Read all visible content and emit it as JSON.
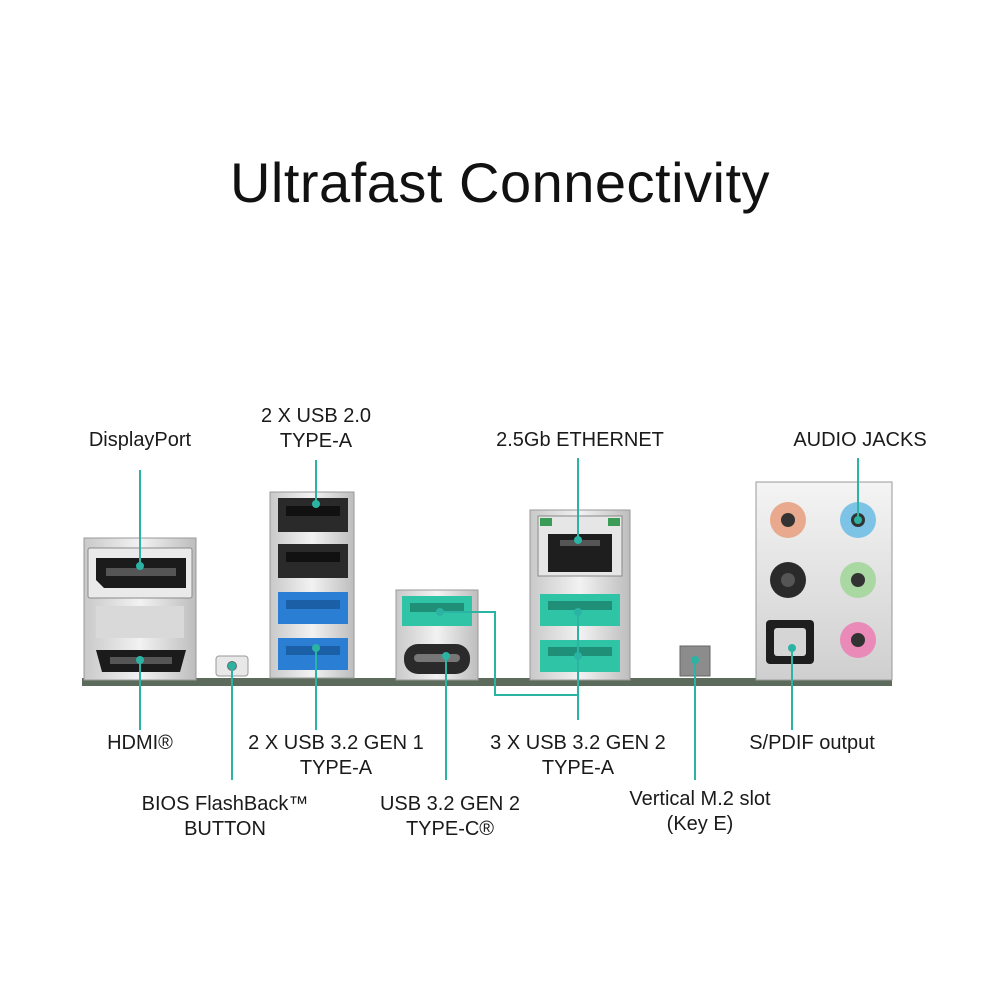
{
  "title": "Ultrafast Connectivity",
  "labels": {
    "displayport": "DisplayPort",
    "usb20_line1": "2 X USB 2.0",
    "usb20_line2": "TYPE-A",
    "ethernet": "2.5Gb ETHERNET",
    "audio": "AUDIO JACKS",
    "hdmi": "HDMI®",
    "usb32g1_line1": "2 X USB 3.2 GEN 1",
    "usb32g1_line2": "TYPE-A",
    "usb32g2a_line1": "3 X USB 3.2 GEN 2",
    "usb32g2a_line2": "TYPE-A",
    "spdif": "S/PDIF output",
    "bios_line1": "BIOS FlashBack™",
    "bios_line2": "BUTTON",
    "usbc_line1": "USB 3.2 GEN 2",
    "usbc_line2": "TYPE-C®",
    "m2_line1": "Vertical M.2 slot",
    "m2_line2": "(Key E)"
  },
  "colors": {
    "callout": "#2bb3a3",
    "usb3_blue": "#2a7fd4",
    "usb_teal": "#2fc4a6",
    "audio_pink": "#e9a98e",
    "audio_blue": "#7cc3e6",
    "audio_green": "#a9d8a2",
    "audio_magenta": "#e98ab8"
  }
}
